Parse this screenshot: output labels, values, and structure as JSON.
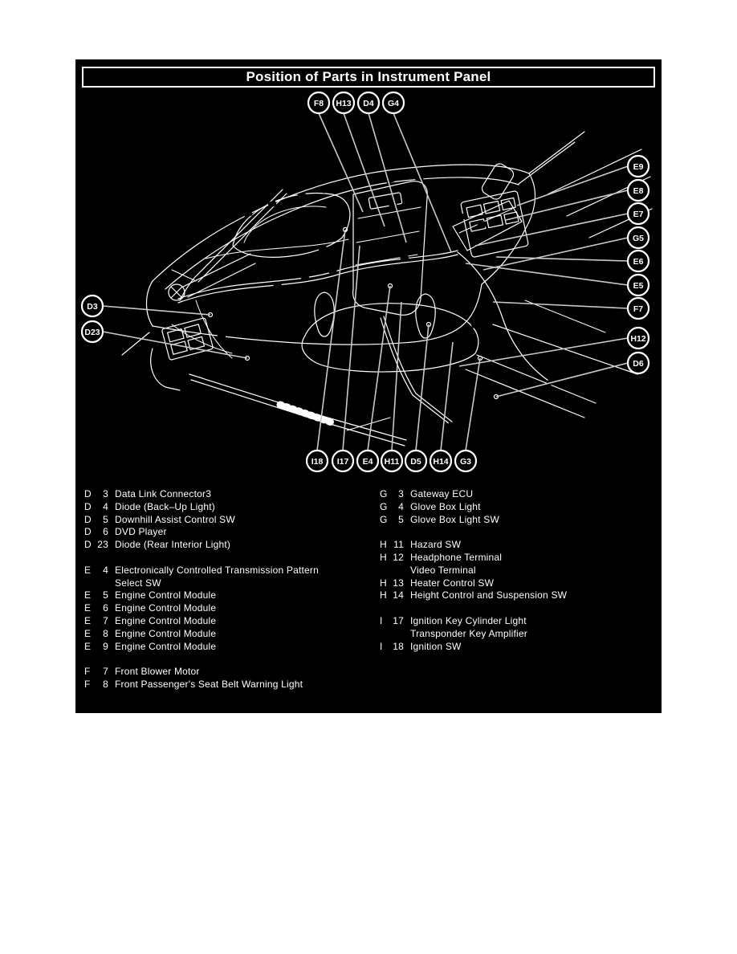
{
  "title": "Position of Parts in Instrument Panel",
  "callouts": {
    "top": [
      "F8",
      "H13",
      "D4",
      "G4"
    ],
    "right": [
      "E9",
      "E8",
      "E7",
      "G5",
      "E6",
      "E5",
      "F7",
      "H12",
      "D6"
    ],
    "left": [
      "D3",
      "D23"
    ],
    "bottom": [
      "I18",
      "I17",
      "E4",
      "H11",
      "D5",
      "H14",
      "G3"
    ]
  },
  "legend": {
    "left": [
      {
        "letter": "D",
        "num": "3",
        "name": "Data Link Connector3"
      },
      {
        "letter": "D",
        "num": "4",
        "name": "Diode (Back–Up Light)"
      },
      {
        "letter": "D",
        "num": "5",
        "name": "Downhill Assist Control SW"
      },
      {
        "letter": "D",
        "num": "6",
        "name": "DVD Player"
      },
      {
        "letter": "D",
        "num": "23",
        "name": "Diode (Rear Interior Light)"
      },
      {
        "letter": "E",
        "num": "4",
        "name": "Electronically Controlled Transmission Pattern",
        "gap": true
      },
      {
        "letter": "",
        "num": "",
        "name": "Select SW"
      },
      {
        "letter": "E",
        "num": "5",
        "name": "Engine Control Module"
      },
      {
        "letter": "E",
        "num": "6",
        "name": "Engine Control Module"
      },
      {
        "letter": "E",
        "num": "7",
        "name": "Engine Control Module"
      },
      {
        "letter": "E",
        "num": "8",
        "name": "Engine Control Module"
      },
      {
        "letter": "E",
        "num": "9",
        "name": "Engine Control Module"
      },
      {
        "letter": "F",
        "num": "7",
        "name": "Front Blower Motor",
        "gap": true
      },
      {
        "letter": "F",
        "num": "8",
        "name": "Front Passenger's Seat Belt Warning Light"
      }
    ],
    "right": [
      {
        "letter": "G",
        "num": "3",
        "name": "Gateway ECU"
      },
      {
        "letter": "G",
        "num": "4",
        "name": "Glove Box Light"
      },
      {
        "letter": "G",
        "num": "5",
        "name": "Glove Box Light SW"
      },
      {
        "letter": "H",
        "num": "11",
        "name": "Hazard SW",
        "gap": true
      },
      {
        "letter": "H",
        "num": "12",
        "name": "Headphone Terminal"
      },
      {
        "letter": "",
        "num": "",
        "name": "Video Terminal"
      },
      {
        "letter": "H",
        "num": "13",
        "name": "Heater Control SW"
      },
      {
        "letter": "H",
        "num": "14",
        "name": "Height Control and Suspension SW"
      },
      {
        "letter": "I",
        "num": "17",
        "name": "Ignition Key Cylinder Light",
        "gap": true
      },
      {
        "letter": "",
        "num": "",
        "name": "Transponder Key Amplifier"
      },
      {
        "letter": "I",
        "num": "18",
        "name": "Ignition SW"
      }
    ]
  },
  "colors": {
    "page_background": "#ffffff",
    "panel_background": "#000000",
    "line_art": "#ffffff",
    "leader_line": "#c9c9c9",
    "text": "#ffffff"
  }
}
